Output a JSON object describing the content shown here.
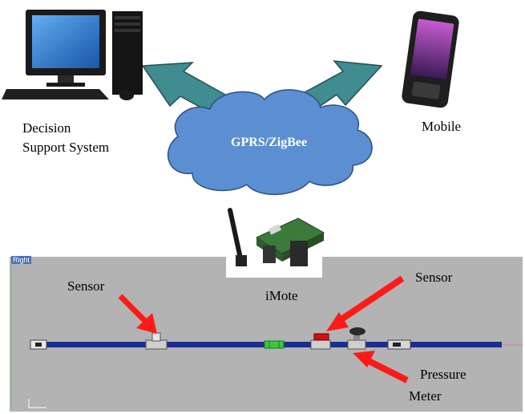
{
  "top": {
    "computer_label_line1": "Decision",
    "computer_label_line2": "Support System",
    "mobile_label": "Mobile",
    "cloud_label": "GPRS/ZigBee"
  },
  "middle": {
    "imote_label": "iMote"
  },
  "panel": {
    "corner_tag": "Right",
    "sensor_left_label": "Sensor",
    "sensor_right_label": "Sensor",
    "pressure_label_line1": "Pressure",
    "pressure_label_line2": "Meter"
  },
  "colors": {
    "arrow_teal": "#3f8c91",
    "cloud_fill": "#5b8fd1",
    "pipe_blue": "#1d2e8c",
    "red_arrow": "#ff1a1a",
    "panel_bg": "#b3b3b3"
  }
}
